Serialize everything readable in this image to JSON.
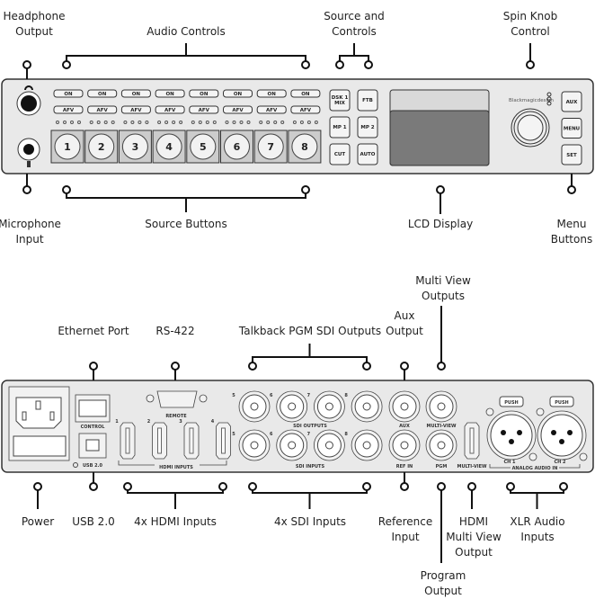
{
  "front_labels": {
    "headphone": [
      "Headphone",
      "Output"
    ],
    "audio_controls": "Audio Controls",
    "source_controls": [
      "Source and",
      "Controls"
    ],
    "spin_knob": [
      "Spin Knob",
      "Control"
    ],
    "microphone": [
      "Microphone",
      "Input"
    ],
    "source_buttons": "Source Buttons",
    "lcd": "LCD Display",
    "menu_buttons": [
      "Menu",
      "Buttons"
    ]
  },
  "front_panel": {
    "on_label": "ON",
    "afv_label": "AFV",
    "source_numbers": [
      "1",
      "2",
      "3",
      "4",
      "5",
      "6",
      "7",
      "8"
    ],
    "control_buttons": [
      [
        "DSK 1",
        "MIX"
      ],
      [
        "FTB"
      ],
      [
        "MP 1"
      ],
      [
        "MP 2"
      ],
      [
        "CUT"
      ],
      [
        "AUTO"
      ]
    ],
    "brand": "Blackmagicdesign",
    "menu_buttons": [
      "AUX",
      "MENU",
      "SET"
    ],
    "lcd_colors": {
      "top": "#d9d9d9",
      "bottom": "#7a7a7a"
    }
  },
  "rear_labels": {
    "ethernet": "Ethernet Port",
    "rs422": "RS-422",
    "talkback": "Talkback PGM SDI Outputs",
    "aux": [
      "Aux",
      "Output"
    ],
    "multiview": [
      "Multi View",
      "Outputs"
    ],
    "power": "Power",
    "usb": "USB 2.0",
    "hdmi_inputs": "4x HDMI Inputs",
    "sdi_inputs": "4x SDI Inputs",
    "reference": [
      "Reference",
      "Input"
    ],
    "program": [
      "Program",
      "Output"
    ],
    "hdmi_multiview": [
      "HDMI",
      "Multi View",
      "Output"
    ],
    "xlr": [
      "XLR Audio",
      "Inputs"
    ]
  },
  "rear_panel": {
    "control": "CONTROL",
    "usb": "USB 2.0",
    "remote": "REMOTE",
    "hdmi_numbers": [
      "1",
      "2",
      "3",
      "4"
    ],
    "hdmi_inputs": "HDMI INPUTS",
    "sdi_numbers": [
      "5",
      "6",
      "7",
      "8"
    ],
    "sdi_outputs": "SDI OUTPUTS",
    "sdi_inputs": "SDI INPUTS",
    "aux": "AUX",
    "multi_view": "MULTI-VIEW",
    "ref_in": "REF IN",
    "pgm": "PGM",
    "hdmi_multi_view": "MULTI-VIEW",
    "push": "PUSH",
    "ch1": "CH 1",
    "ch2": "CH 2",
    "analog_audio_in": "ANALOG AUDIO IN"
  }
}
